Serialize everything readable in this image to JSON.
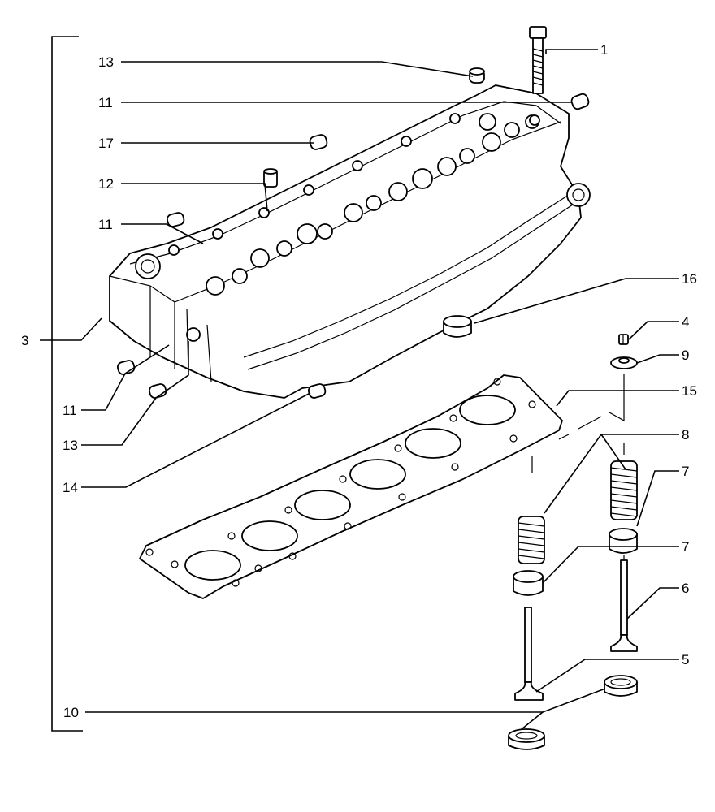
{
  "diagram": {
    "callouts": [
      {
        "id": "c1",
        "text": "1"
      },
      {
        "id": "c3",
        "text": "3"
      },
      {
        "id": "c4",
        "text": "4"
      },
      {
        "id": "c5",
        "text": "5"
      },
      {
        "id": "c6",
        "text": "6"
      },
      {
        "id": "c7a",
        "text": "7"
      },
      {
        "id": "c7b",
        "text": "7"
      },
      {
        "id": "c8",
        "text": "8"
      },
      {
        "id": "c9",
        "text": "9"
      },
      {
        "id": "c10",
        "text": "10"
      },
      {
        "id": "c11a",
        "text": "11"
      },
      {
        "id": "c11b",
        "text": "11"
      },
      {
        "id": "c11c",
        "text": "11"
      },
      {
        "id": "c12",
        "text": "12"
      },
      {
        "id": "c13a",
        "text": "13"
      },
      {
        "id": "c13b",
        "text": "13"
      },
      {
        "id": "c14",
        "text": "14"
      },
      {
        "id": "c15",
        "text": "15"
      },
      {
        "id": "c16",
        "text": "16"
      },
      {
        "id": "c17",
        "text": "17"
      }
    ]
  }
}
